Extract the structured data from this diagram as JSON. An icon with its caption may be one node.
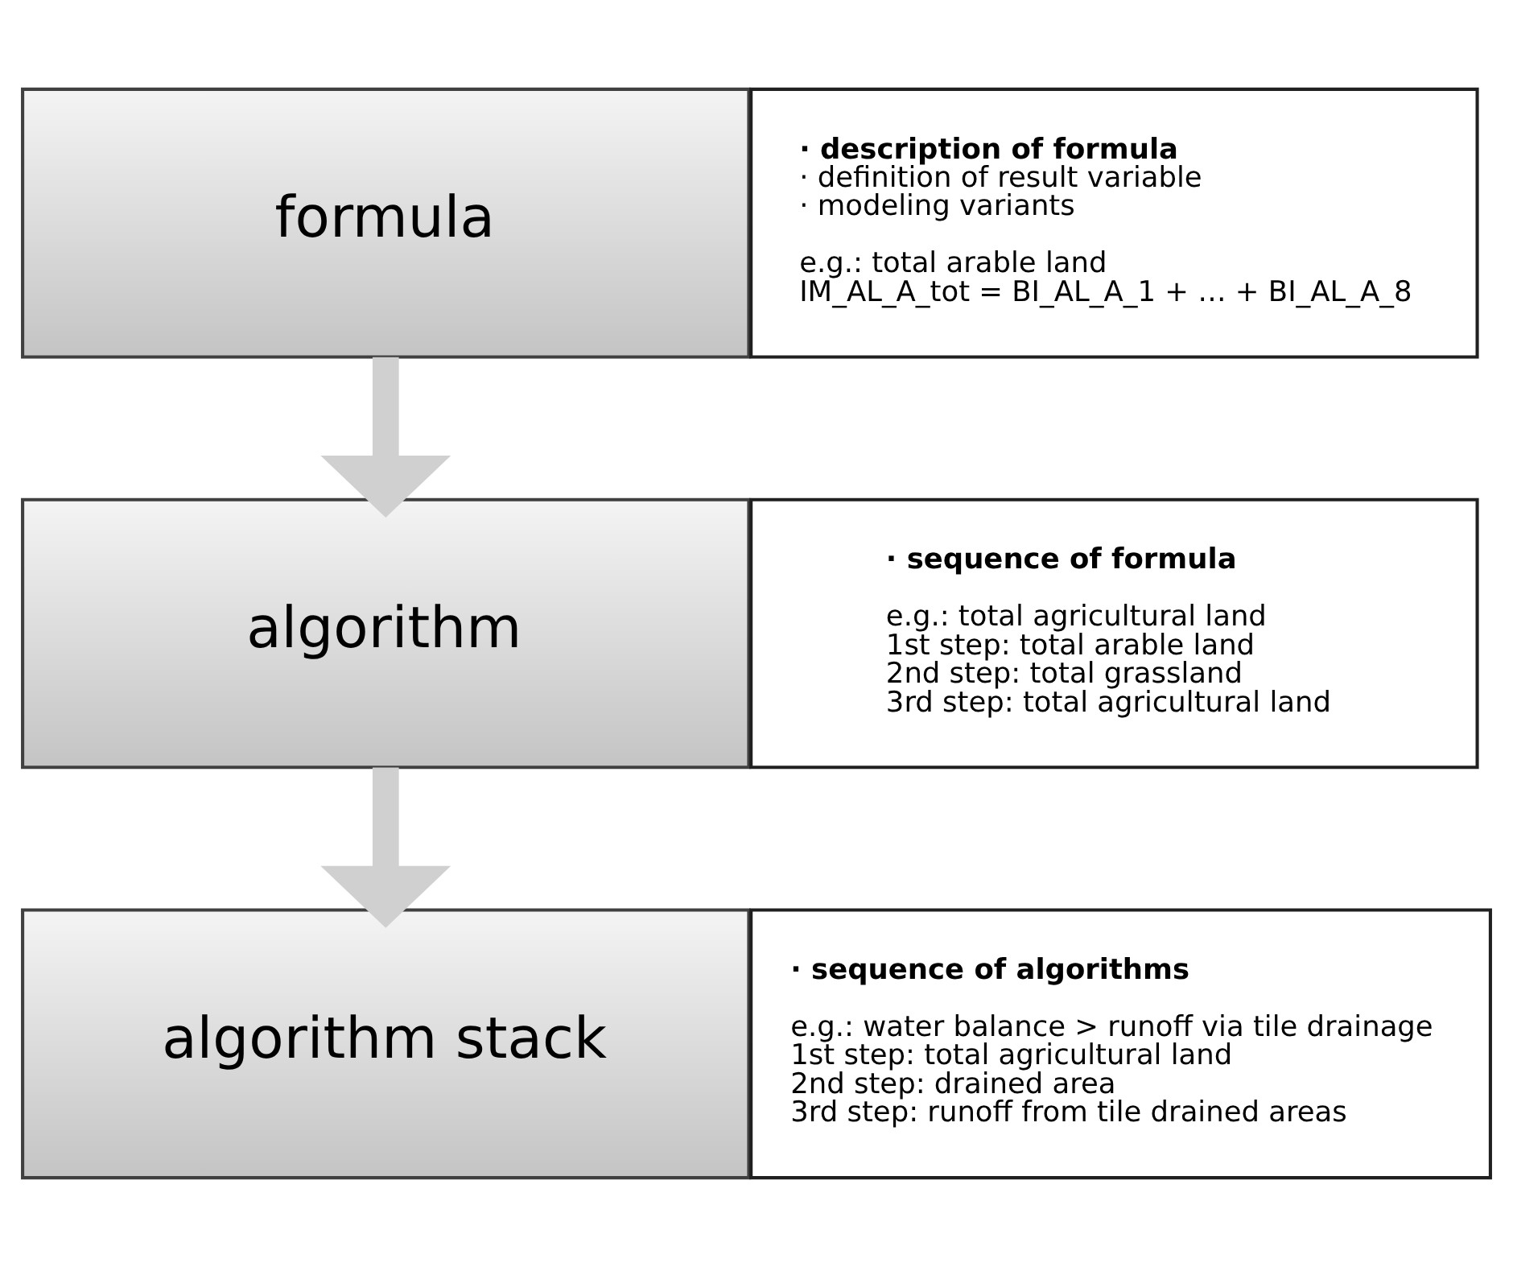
{
  "diagram": {
    "nodes": [
      {
        "text": [
          "formula"
        ]
      },
      {
        "text": [
          "· description of formula",
          "· definition of result variable",
          "· modeling variants",
          "e.g.: total arable land",
          "IM_AL_A_tot = BI_AL_A_1 + … + BI_AL_A_8"
        ]
      },
      {
        "text": [
          "algorithm"
        ]
      },
      {
        "text": [
          "· sequence of formula",
          "e.g.: total agricultural land",
          "1st step: total arable land",
          "2nd step: total grassland",
          "3rd step: total agricultural land"
        ]
      },
      {
        "text": [
          "algorithm stack"
        ]
      },
      {
        "text": [
          "· sequence of algorithms",
          "e.g.: water balance > runoff via tile drainage",
          "1st step: total agricultural land",
          "2nd step: drained area",
          "3rd step: runoff from tile drained areas"
        ]
      }
    ],
    "edges": [
      {
        "from": 0,
        "to": 2,
        "arrow": "to"
      },
      {
        "from": 2,
        "to": 4,
        "arrow": "to"
      }
    ]
  }
}
